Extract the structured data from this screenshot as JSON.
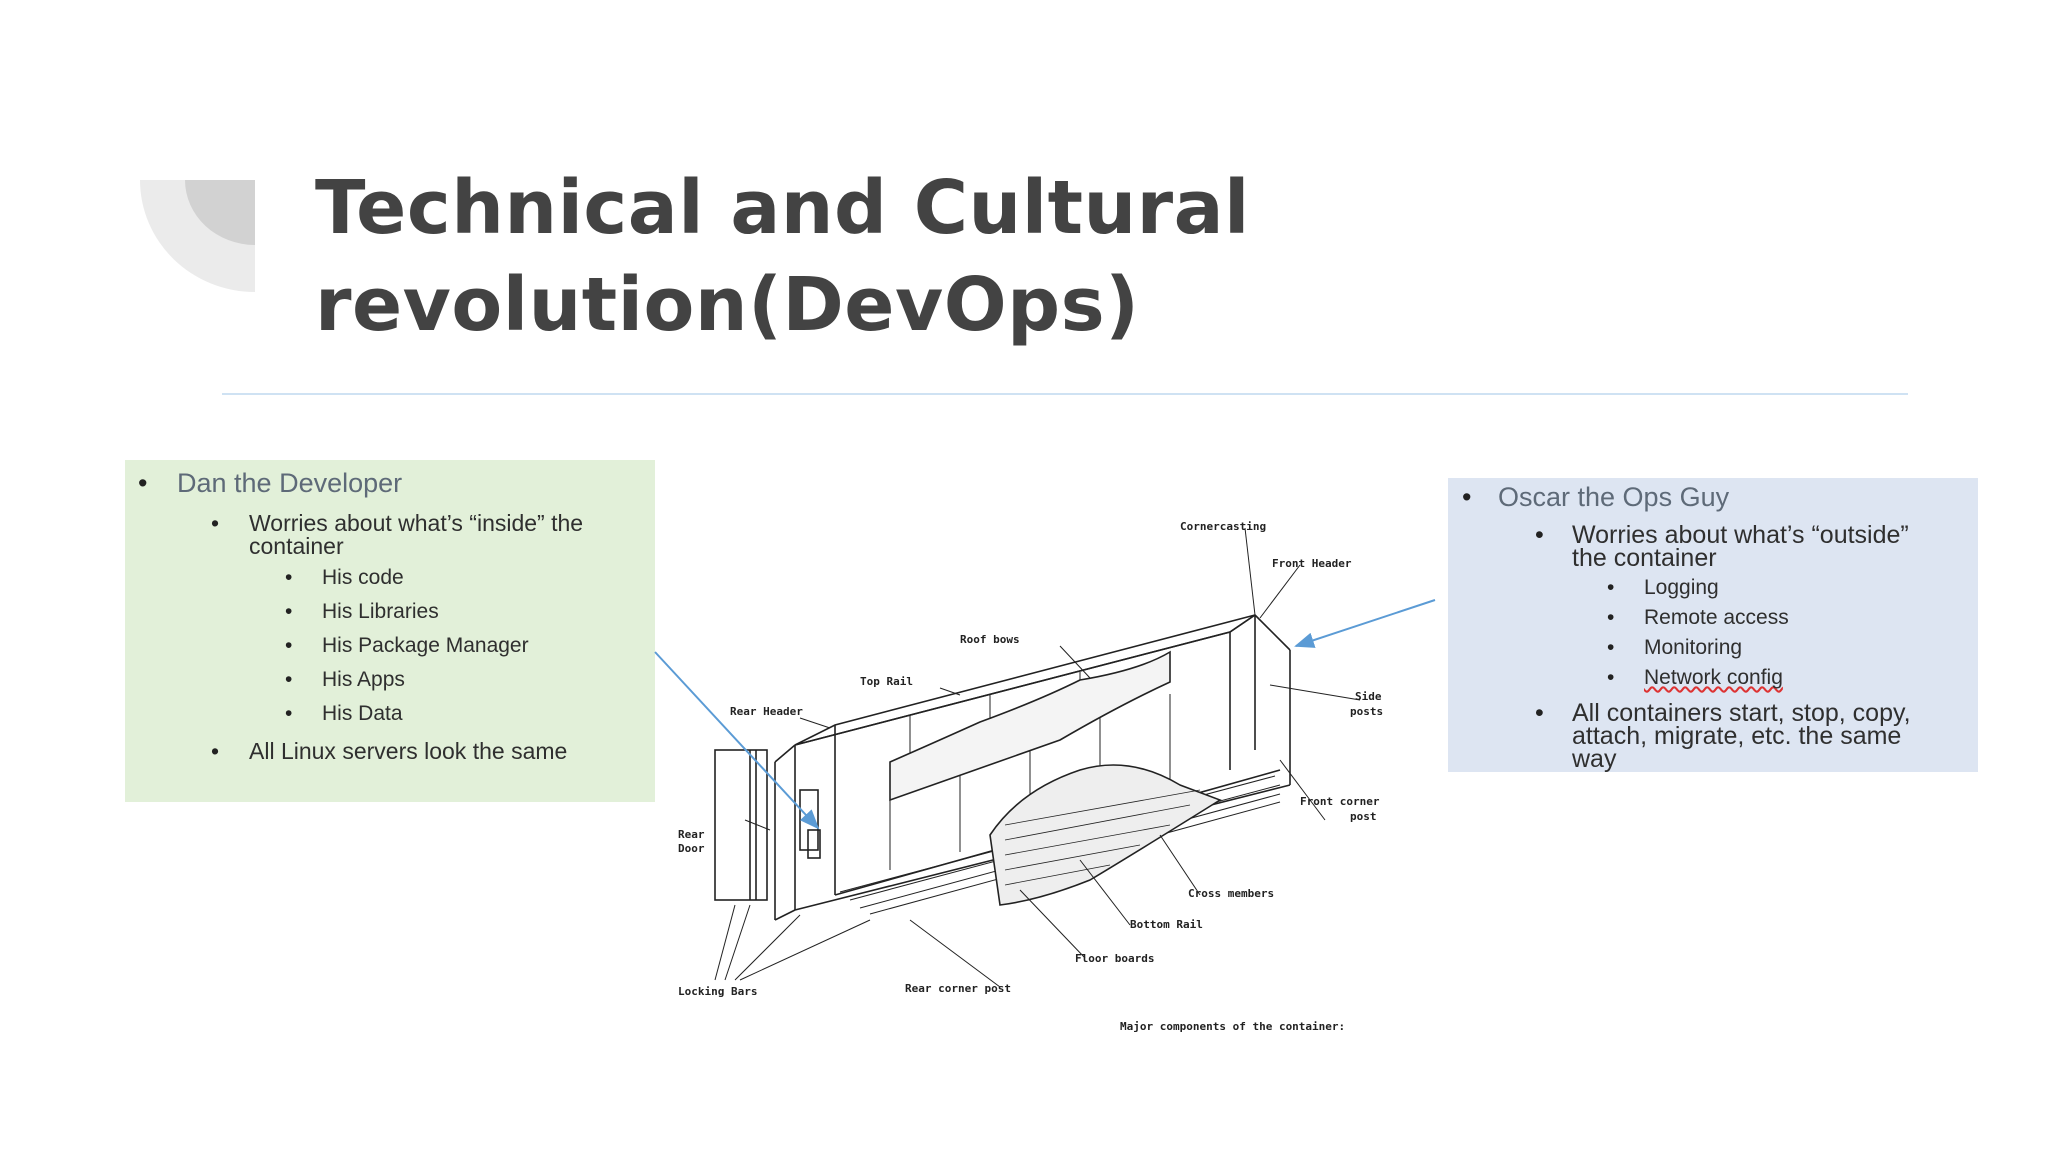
{
  "slide": {
    "title_lines": [
      "Technical and Cultural",
      "revolution(DevOps)"
    ]
  },
  "dev_box": {
    "heading": "Dan the Developer",
    "concern_lines": [
      "Worries about what’s “inside” the",
      "container"
    ],
    "items": [
      "His code",
      "His Libraries",
      "His Package Manager",
      "His Apps",
      "His Data"
    ],
    "closing": "All Linux servers look the same"
  },
  "ops_box": {
    "heading": "Oscar the Ops Guy",
    "concern_lines": [
      "Worries about what’s “outside”",
      "the container"
    ],
    "items": [
      "Logging",
      "Remote access",
      "Monitoring",
      "Network config"
    ],
    "closing_lines": [
      "All containers start, stop, copy,",
      "attach, migrate, etc. the same",
      "way"
    ]
  },
  "diagram": {
    "labels": {
      "cornercasting": "Cornercasting",
      "front_header": "Front Header",
      "roof_bows": "Roof bows",
      "top_rail": "Top Rail",
      "rear_header": "Rear Header",
      "side_posts_1": "Side",
      "side_posts_2": "posts",
      "front_corner_post_1": "Front corner",
      "front_corner_post_2": "post",
      "rear_door_1": "Rear",
      "rear_door_2": "Door",
      "cross_members": "Cross members",
      "bottom_rail": "Bottom Rail",
      "floor_boards": "Floor boards",
      "rear_corner_post": "Rear corner post",
      "locking_bars": "Locking Bars",
      "caption": "Major components of the container:"
    }
  },
  "colors": {
    "title": "#434343",
    "dev_box_bg": "#e2f0d9",
    "ops_box_bg": "#dde5f2",
    "rule": "#cfe2f3",
    "arrow": "#5b9bd5"
  }
}
